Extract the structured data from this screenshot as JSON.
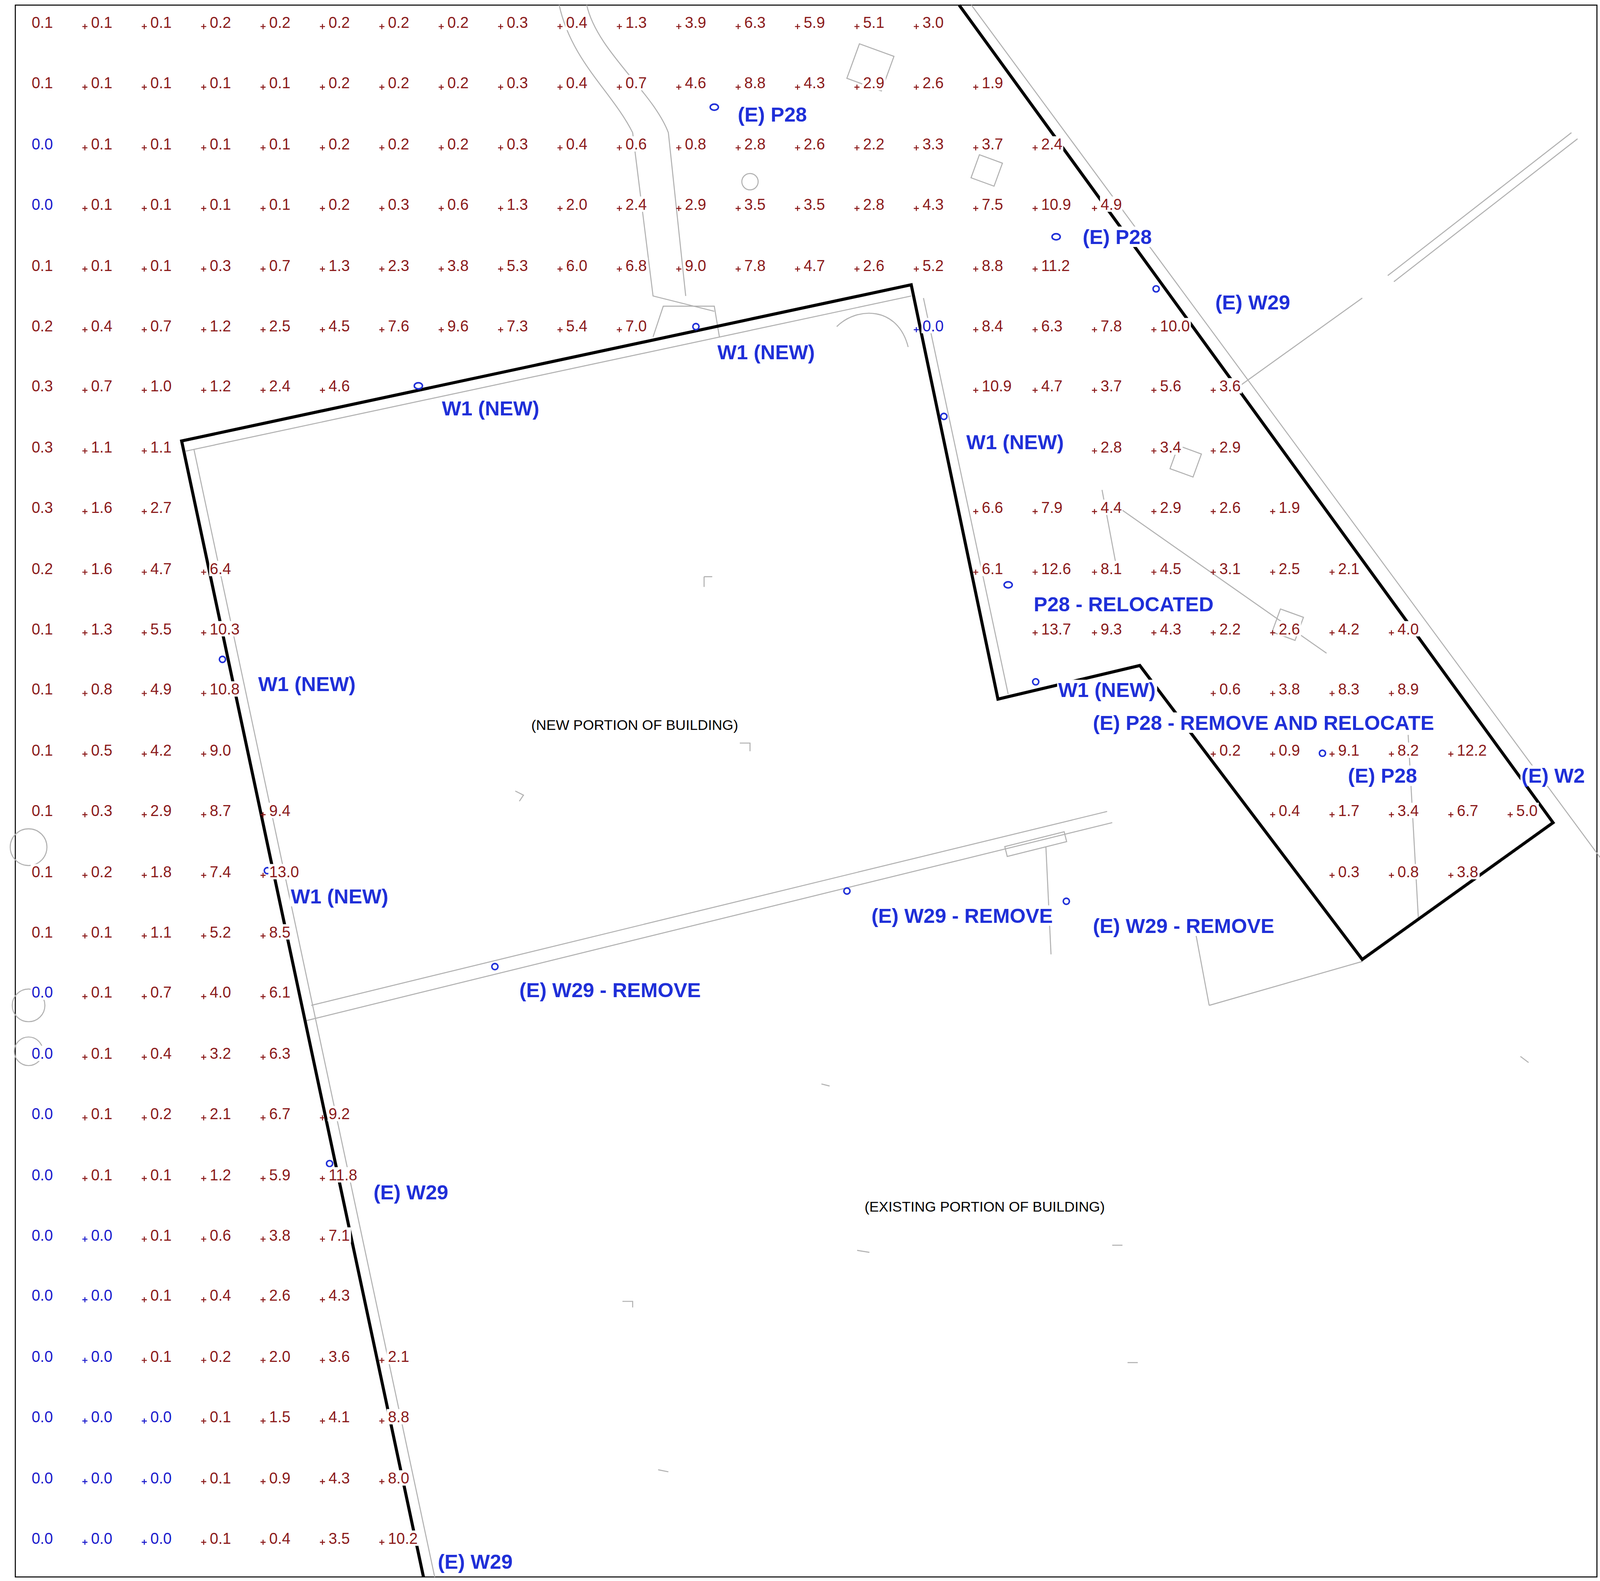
{
  "diagram": {
    "labels": [
      "0.1",
      "0.1",
      "0.1",
      "0.2",
      "0.2",
      "0.2",
      "0.2",
      "0.2",
      "0.3",
      "0.4",
      "1.3",
      "3.9",
      "6.3",
      "5.9",
      "5.1",
      "3.0",
      "0.1",
      "0.1",
      "0.1",
      "0.1",
      "0.1",
      "0.2",
      "0.2",
      "0.2",
      "0.3",
      "0.4",
      "0.7",
      "4.6",
      "8.8",
      "4.3",
      "2.9",
      "2.6",
      "1.9",
      "0.0",
      "0.1",
      "0.1",
      "0.1",
      "0.1",
      "0.2",
      "0.2",
      "0.2",
      "0.3",
      "0.4",
      "0.6",
      "0.8",
      "2.8",
      "2.6",
      "2.2",
      "3.3",
      "3.7",
      "2.4",
      "0.0",
      "0.1",
      "0.1",
      "0.1",
      "0.1",
      "0.2",
      "0.3",
      "0.6",
      "1.3",
      "2.0",
      "2.4",
      "2.9",
      "3.5",
      "3.5",
      "2.8",
      "4.3",
      "7.5",
      "10.9",
      "4.9",
      "0.1",
      "0.1",
      "0.1",
      "0.3",
      "0.7",
      "1.3",
      "2.3",
      "3.8",
      "5.3",
      "6.0",
      "6.8",
      "9.0",
      "7.8",
      "4.7",
      "2.6",
      "5.2",
      "8.8",
      "11.2",
      "0.2",
      "0.4",
      "0.7",
      "1.2",
      "2.5",
      "4.5",
      "7.6",
      "9.6",
      "7.3",
      "5.4",
      "7.0",
      "0.0",
      "8.4",
      "6.3",
      "7.8",
      "10.0",
      "0.3",
      "0.7",
      "1.0",
      "1.2",
      "2.4",
      "4.6",
      "10.9",
      "4.7",
      "3.7",
      "5.6",
      "3.6",
      "0.3",
      "1.1",
      "1.1",
      "2.8",
      "3.4",
      "2.9",
      "0.3",
      "1.6",
      "2.7",
      "6.6",
      "7.9",
      "4.4",
      "2.9",
      "2.6",
      "1.9",
      "0.2",
      "1.6",
      "4.7",
      "6.4",
      "6.1",
      "12.6",
      "8.1",
      "4.5",
      "3.1",
      "2.5",
      "2.1",
      "0.1",
      "1.3",
      "5.5",
      "10.3",
      "13.7",
      "9.3",
      "4.3",
      "2.2",
      "2.6",
      "4.2",
      "4.0",
      "0.1",
      "0.8",
      "4.9",
      "10.8",
      "0.6",
      "3.8",
      "8.3",
      "8.9",
      "0.1",
      "0.5",
      "4.2",
      "9.0",
      "0.2",
      "0.9",
      "9.1",
      "8.2",
      "12.2",
      "0.1",
      "0.3",
      "2.9",
      "8.7",
      "9.4",
      "0.4",
      "1.7",
      "3.4",
      "6.7",
      "5.0",
      "0.1",
      "0.2",
      "1.8",
      "7.4",
      "13.0",
      "0.3",
      "0.8",
      "3.8",
      "0.1",
      "0.1",
      "1.1",
      "5.2",
      "8.5",
      "0.0",
      "0.1",
      "0.7",
      "4.0",
      "6.1",
      "0.0",
      "0.1",
      "0.4",
      "3.2",
      "6.3",
      "0.0",
      "0.1",
      "0.2",
      "2.1",
      "6.7",
      "9.2",
      "0.0",
      "0.1",
      "0.1",
      "1.2",
      "5.9",
      "11.8",
      "0.0",
      "0.0",
      "0.1",
      "0.6",
      "3.8",
      "7.1",
      "0.0",
      "0.0",
      "0.1",
      "0.4",
      "2.6",
      "4.3",
      "0.0",
      "0.0",
      "0.1",
      "0.2",
      "2.0",
      "3.6",
      "2.1",
      "0.0",
      "0.0",
      "0.0",
      "0.1",
      "1.5",
      "4.1",
      "8.8",
      "0.0",
      "0.0",
      "0.0",
      "0.1",
      "0.9",
      "4.3",
      "8.0",
      "0.0",
      "0.0",
      "0.0",
      "0.1",
      "0.4",
      "3.5",
      "10.2",
      "(E) P28",
      "(E) P28",
      "(E) W29",
      "W1 (NEW)",
      "W1 (NEW)",
      "W1 (NEW)",
      "P28 - RELOCATED",
      "W1 (NEW)",
      "W1 (NEW)",
      "(E) P28 - REMOVE AND RELOCATE",
      "(E) P28",
      "(E) W2",
      "W1 (NEW)",
      "(E) W29 - REMOVE",
      "(E) W29 - REMOVE",
      "(E) W29 - REMOVE",
      "(E) W29",
      "(E) W29",
      "(NEW PORTION OF BUILDING)",
      "(EXISTING PORTION OF BUILDING)"
    ]
  }
}
